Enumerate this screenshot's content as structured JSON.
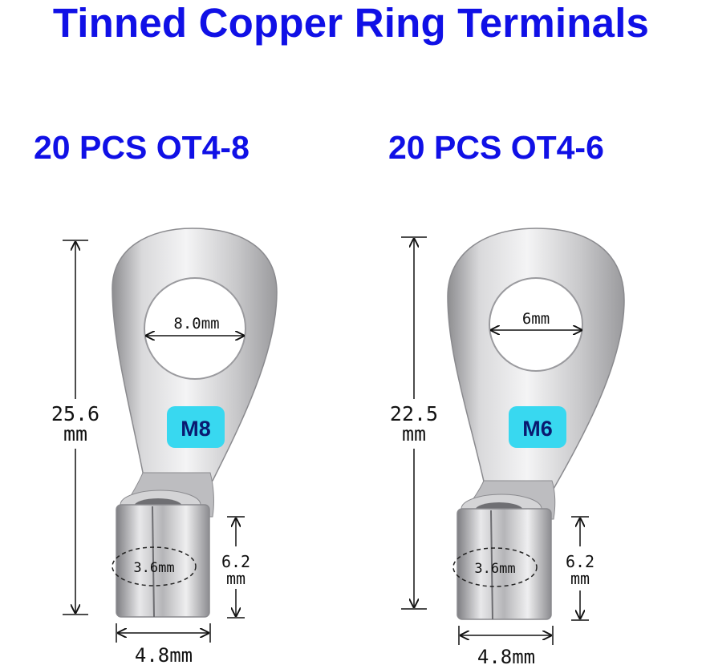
{
  "title": "Tinned Copper Ring Terminals",
  "products": [
    {
      "heading": "20 PCS OT4-8",
      "size_badge": "M8",
      "hole": "8.0mm",
      "length_value": "25.6",
      "length_unit": "mm",
      "barrel_inner": "3.6mm",
      "barrel_length_value": "6.2",
      "barrel_length_unit": "mm",
      "barrel_width": "4.8mm"
    },
    {
      "heading": "20 PCS OT4-6",
      "size_badge": "M6",
      "hole": "6mm",
      "length_value": "22.5",
      "length_unit": "mm",
      "barrel_inner": "3.6mm",
      "barrel_length_value": "6.2",
      "barrel_length_unit": "mm",
      "barrel_width": "4.8mm"
    }
  ],
  "colors": {
    "heading": "#1010e6",
    "badge": "#38d8f0",
    "metal": "#c4c4c6"
  }
}
